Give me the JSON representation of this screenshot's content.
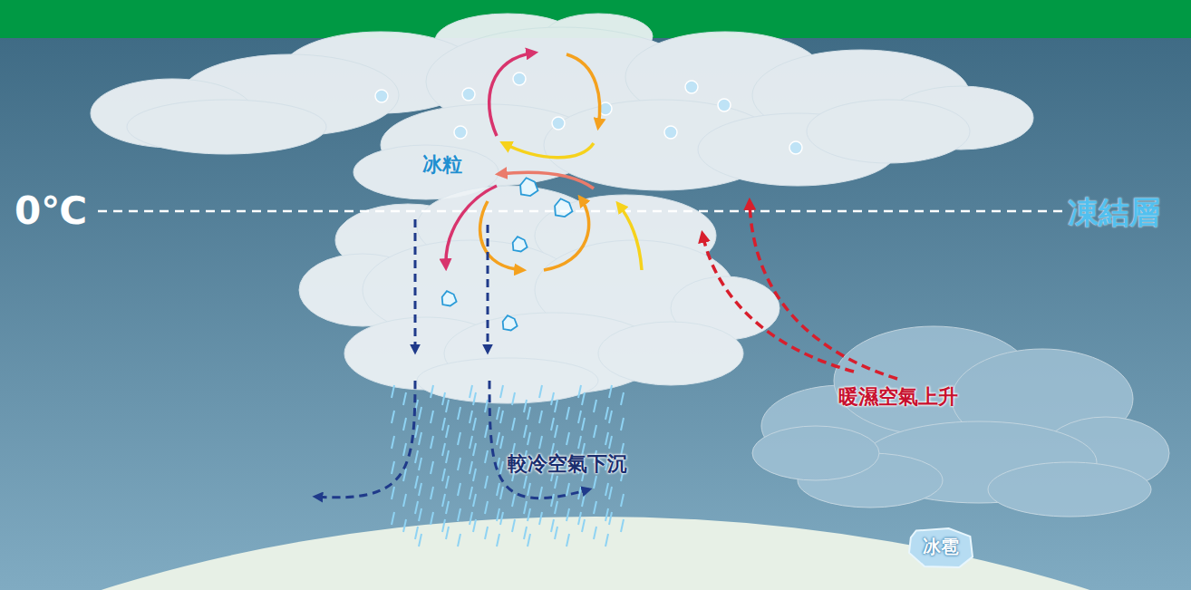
{
  "diagram": {
    "nodes": [
      {
        "text": [
          "冰雹"
        ]
      }
    ],
    "labels": [
      "冰粒",
      "0℃",
      "凍結層",
      "暖濕空氣上升",
      "較冷空氣下沉"
    ]
  }
}
